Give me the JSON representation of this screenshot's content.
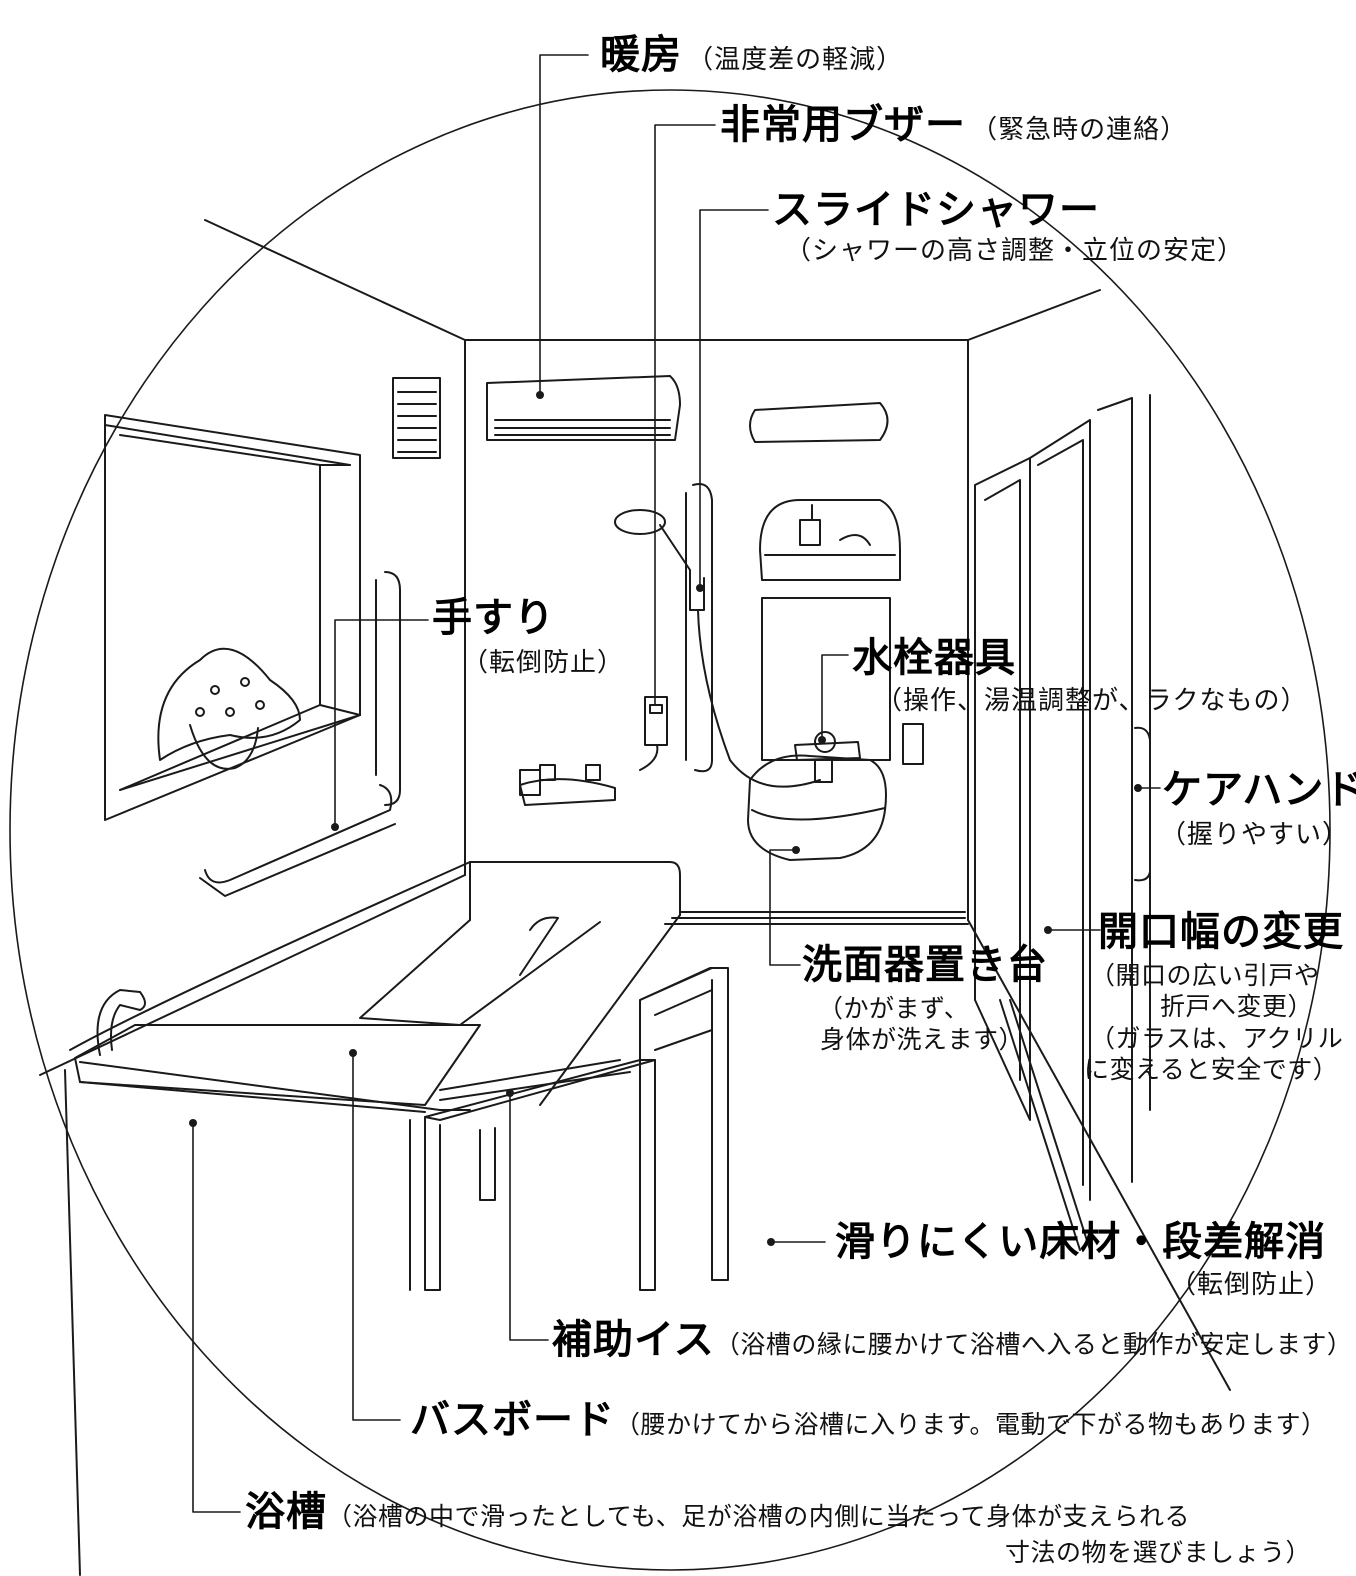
{
  "labels": {
    "heating": {
      "title": "暖房",
      "sub": "（温度差の軽減）"
    },
    "buzzer": {
      "title": "非常用ブザー",
      "sub": "（緊急時の連絡）"
    },
    "slide_shower": {
      "title": "スライドシャワー",
      "sub": "（シャワーの高さ調整・立位の安定）"
    },
    "handrail": {
      "title": "手すり",
      "sub": "（転倒防止）"
    },
    "faucet": {
      "title": "水栓器具",
      "sub": "（操作、湯温調整が、ラクなもの）"
    },
    "care_handle": {
      "title": "ケアハンドル",
      "sub": "（握りやすい）"
    },
    "opening": {
      "title": "開口幅の変更",
      "sub1": "（開口の広い引戸や",
      "sub2": "折戸へ変更）",
      "sub3": "（ガラスは、アクリル",
      "sub4": "に変えると安全です）"
    },
    "basin_stand": {
      "title": "洗面器置き台",
      "sub1": "（かがまず、",
      "sub2": "身体が洗えます）"
    },
    "floor": {
      "title": "滑りにくい床材・段差解消",
      "sub": "（転倒防止）"
    },
    "aux_chair": {
      "title": "補助イス",
      "sub": "（浴槽の縁に腰かけて浴槽へ入ると動作が安定します）"
    },
    "bath_board": {
      "title": "バスボード",
      "sub": "（腰かけてから浴槽に入ります。電動で下がる物もあります）"
    },
    "bathtub": {
      "title": "浴槽",
      "sub1": "（浴槽の中で滑ったとしても、足が浴槽の内側に当たって身体が支えられる",
      "sub2": "寸法の物を選びましょう）"
    }
  },
  "colors": {
    "line": "#1a1a1a",
    "background": "#ffffff"
  }
}
